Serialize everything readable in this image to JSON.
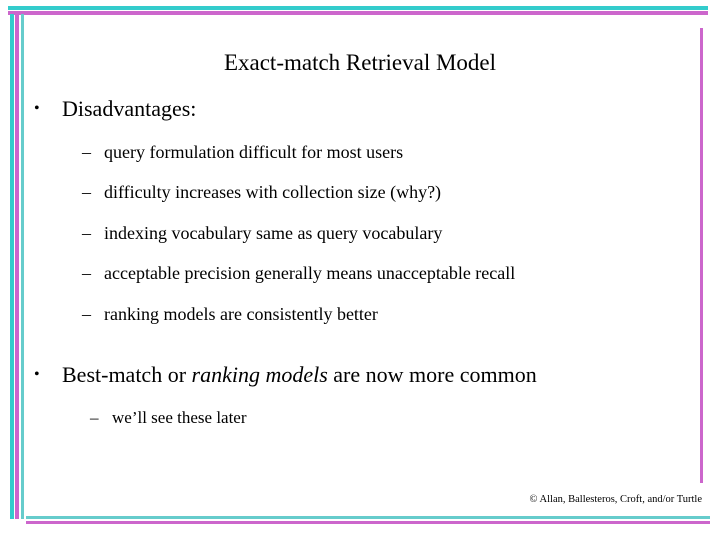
{
  "slide": {
    "title": "Exact-match Retrieval Model",
    "bullets": [
      {
        "level": 1,
        "marker": "•",
        "text": "Disadvantages:"
      },
      {
        "level": 2,
        "marker": "–",
        "text": "query formulation difficult for most users"
      },
      {
        "level": 2,
        "marker": "–",
        "text": "difficulty increases with collection size (why?)"
      },
      {
        "level": 2,
        "marker": "–",
        "text": "indexing vocabulary same as query vocabulary"
      },
      {
        "level": 2,
        "marker": "–",
        "text": "acceptable precision generally means unacceptable recall"
      },
      {
        "level": 2,
        "marker": "–",
        "text": "ranking models are consistently better"
      }
    ],
    "closing": {
      "marker": "•",
      "pre": "Best-match or ",
      "emphasis": "ranking models",
      "post": " are now more common",
      "sub_marker": "–",
      "sub_text": "we’ll see these later"
    },
    "footer": "© Allan, Ballesteros, Croft, and/or Turtle",
    "colors": {
      "cyan": "#33cccc",
      "magenta": "#cc66cc",
      "text": "#000000",
      "background": "#ffffff"
    }
  }
}
